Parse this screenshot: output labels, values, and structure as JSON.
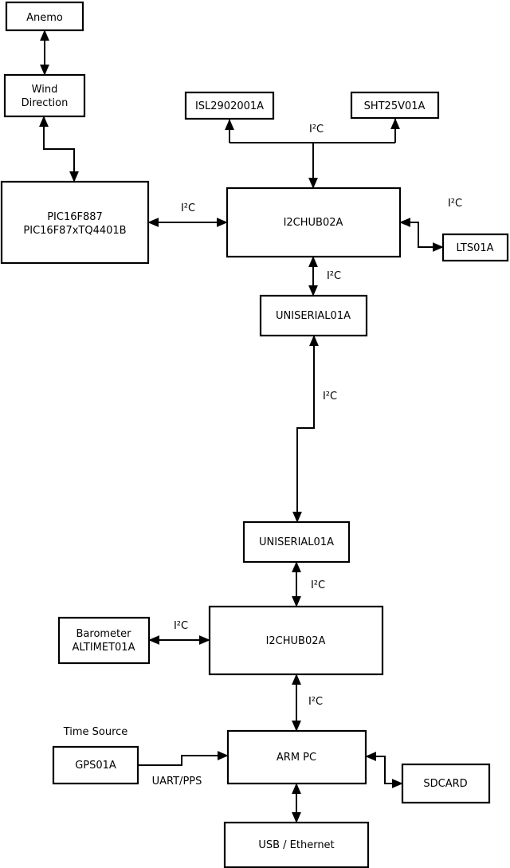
{
  "diagram_type": "hardware-block-diagram",
  "colors": {
    "line": "#000000",
    "box_fill": "#ffffff",
    "background": "#ffffff",
    "text": "#000000"
  },
  "nodes": {
    "anemo": {
      "label": "Anemo"
    },
    "wind_direction": {
      "line1": "Wind",
      "line2": "Direction"
    },
    "pic": {
      "line1": "PIC16F887",
      "line2": "PIC16F87xTQ4401B"
    },
    "isl": {
      "label": "ISL2902001A"
    },
    "sht": {
      "label": "SHT25V01A"
    },
    "hub_top": {
      "label": "I2CHUB02A"
    },
    "lts": {
      "label": "LTS01A"
    },
    "uniserial_upper": {
      "label": "UNISERIAL01A"
    },
    "uniserial_lower": {
      "label": "UNISERIAL01A"
    },
    "hub_bottom": {
      "label": "I2CHUB02A"
    },
    "barometer": {
      "line1": "Barometer",
      "line2": "ALTIMET01A"
    },
    "gps": {
      "label": "GPS01A"
    },
    "arm_pc": {
      "label": "ARM PC"
    },
    "sdcard": {
      "label": "SDCARD"
    },
    "usb_ethernet": {
      "label": "USB / Ethernet"
    }
  },
  "labels": {
    "i2c_bus_top": "I²C",
    "i2c_pic_hub": "I²C",
    "i2c_hub_lts": "I²C",
    "i2c_hub_uniserial": "I²C",
    "i2c_uniserial_link": "I²C",
    "i2c_uniserial_hub2": "I²C",
    "i2c_barometer_hub2": "I²C",
    "i2c_hub2_armpc": "I²C",
    "time_source": "Time Source",
    "uart_pps": "UART/PPS"
  },
  "edges": [
    {
      "from": "Anemo",
      "to": "Wind Direction",
      "bidirectional": true
    },
    {
      "from": "Wind Direction",
      "to": "PIC16F887 PIC16F87xTQ4401B",
      "bidirectional": true
    },
    {
      "from": "PIC16F887 PIC16F87xTQ4401B",
      "to": "I2CHUB02A (top)",
      "label": "I²C",
      "bidirectional": true
    },
    {
      "from": "I2CHUB02A (top)",
      "to": "ISL2902001A",
      "label": "I²C",
      "bidirectional": false
    },
    {
      "from": "I2CHUB02A (top)",
      "to": "SHT25V01A",
      "label": "I²C",
      "bidirectional": false
    },
    {
      "from": "I2CHUB02A (top)",
      "to": "LTS01A",
      "label": "I²C",
      "bidirectional": true
    },
    {
      "from": "I2CHUB02A (top)",
      "to": "UNISERIAL01A (upper)",
      "label": "I²C",
      "bidirectional": true
    },
    {
      "from": "UNISERIAL01A (upper)",
      "to": "UNISERIAL01A (lower)",
      "label": "I²C",
      "bidirectional": true
    },
    {
      "from": "UNISERIAL01A (lower)",
      "to": "I2CHUB02A (bottom)",
      "label": "I²C",
      "bidirectional": true
    },
    {
      "from": "Barometer ALTIMET01A",
      "to": "I2CHUB02A (bottom)",
      "label": "I²C",
      "bidirectional": true
    },
    {
      "from": "I2CHUB02A (bottom)",
      "to": "ARM PC",
      "label": "I²C",
      "bidirectional": true
    },
    {
      "from": "GPS01A (Time Source)",
      "to": "ARM PC",
      "label": "UART/PPS",
      "bidirectional": false
    },
    {
      "from": "ARM PC",
      "to": "SDCARD",
      "bidirectional": true
    },
    {
      "from": "ARM PC",
      "to": "USB / Ethernet",
      "bidirectional": true
    }
  ]
}
